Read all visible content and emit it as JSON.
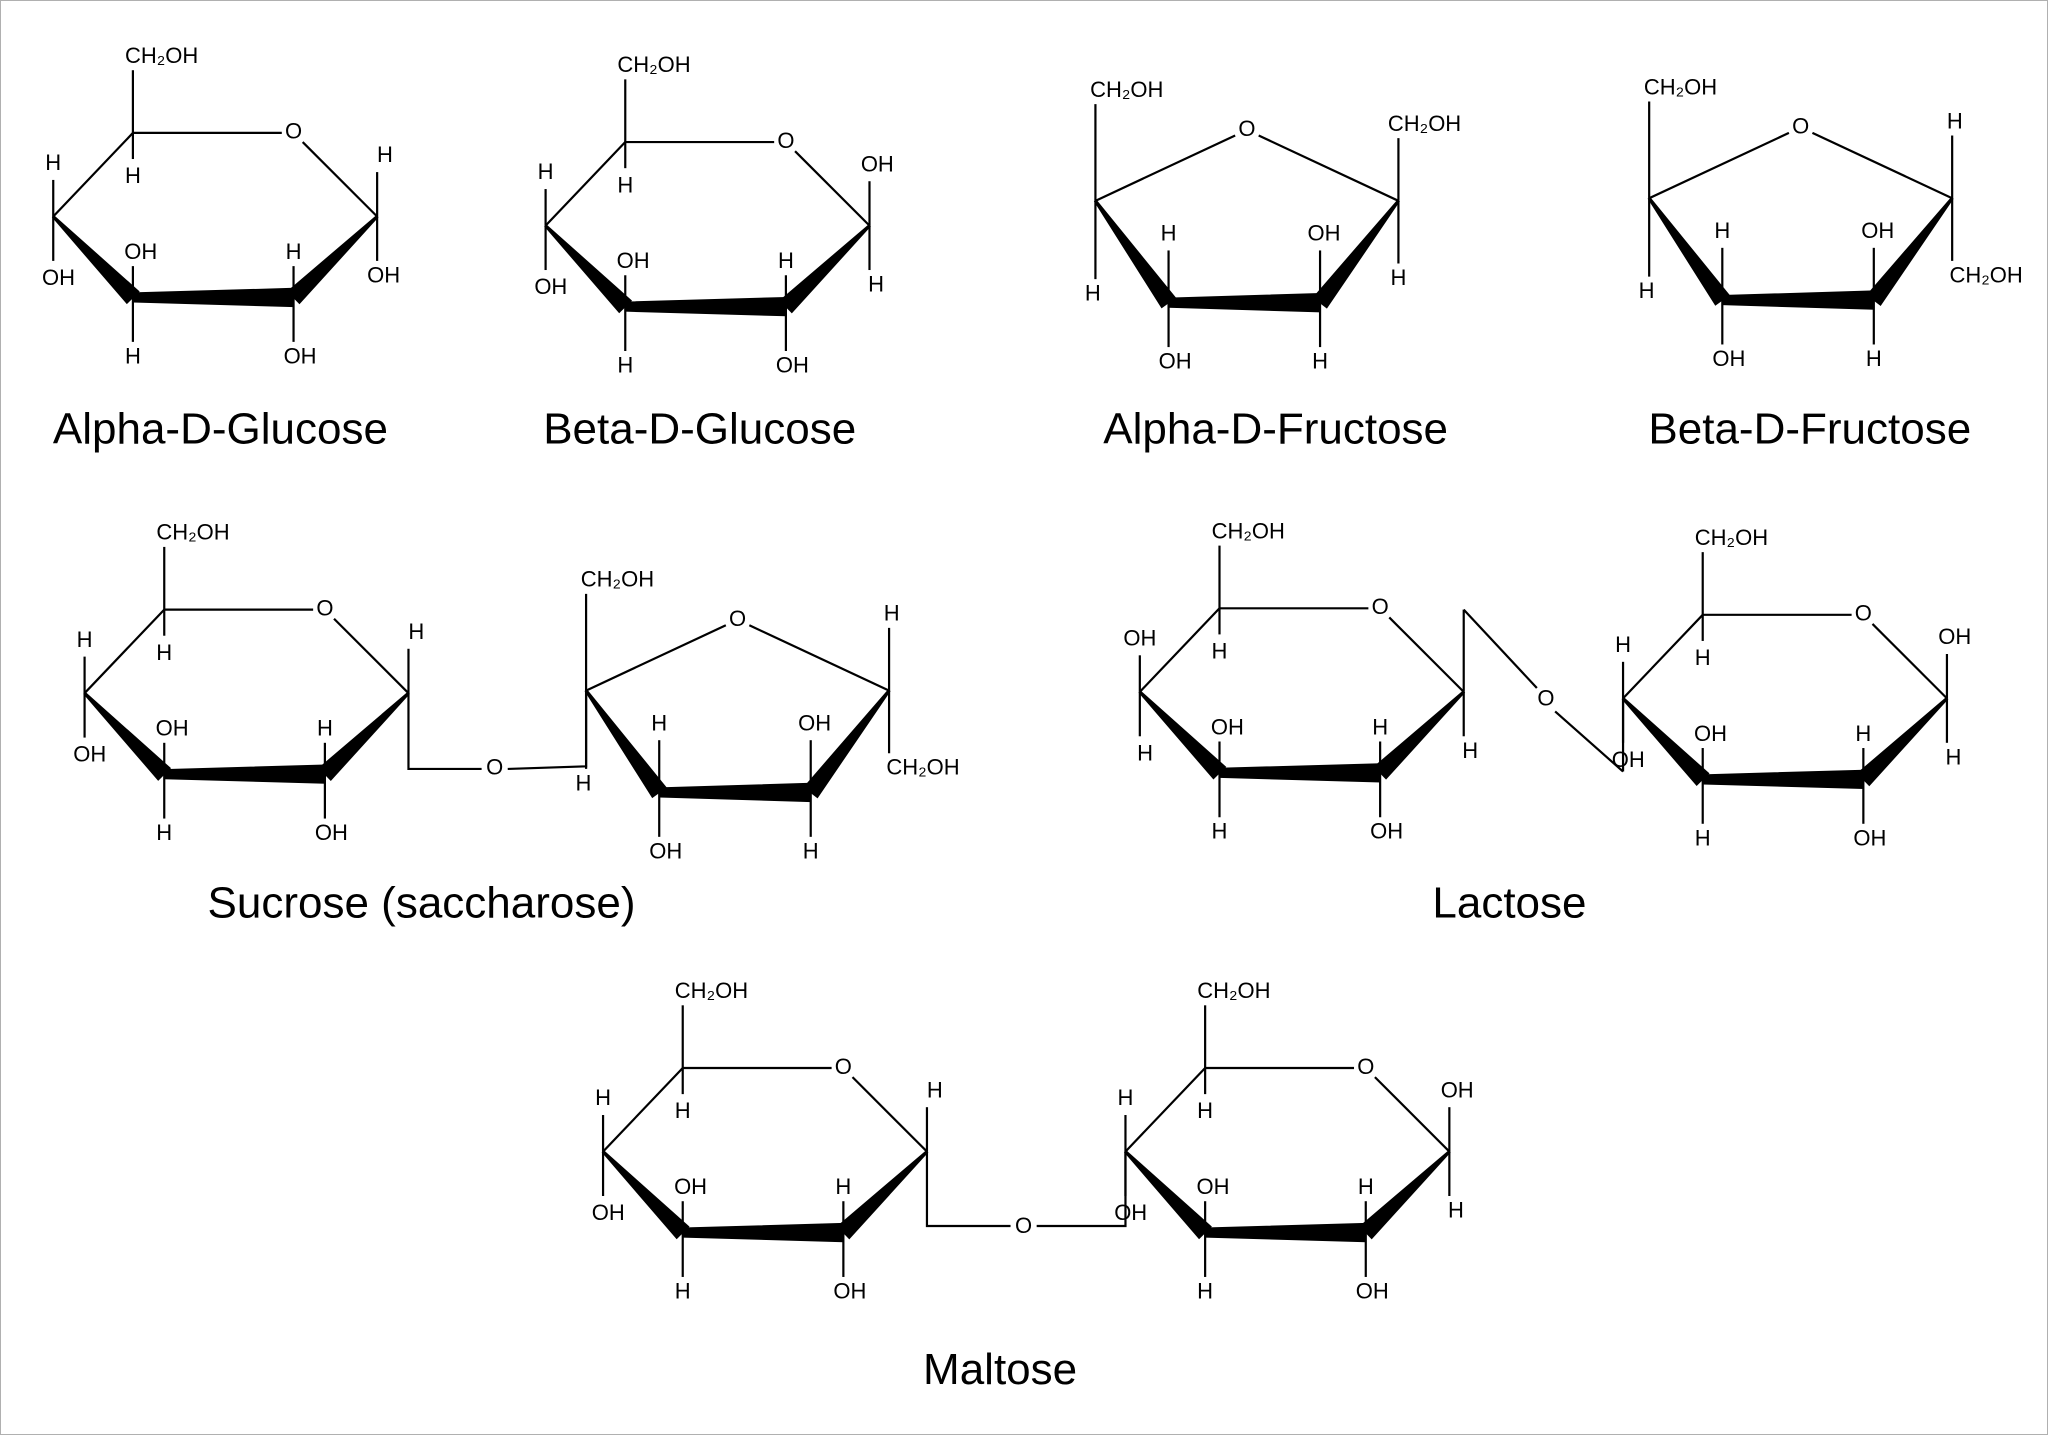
{
  "labels": {
    "h": "H",
    "oh": "OH",
    "o": "O",
    "ch2oh": "CH₂OH"
  },
  "molecules": {
    "alpha_d_glucose": "Alpha-D-Glucose",
    "beta_d_glucose": "Beta-D-Glucose",
    "alpha_d_fructose": "Alpha-D-Fructose",
    "beta_d_fructose": "Beta-D-Fructose",
    "sucrose": "Sucrose (saccharose)",
    "lactose": "Lactose",
    "maltose": "Maltose"
  }
}
